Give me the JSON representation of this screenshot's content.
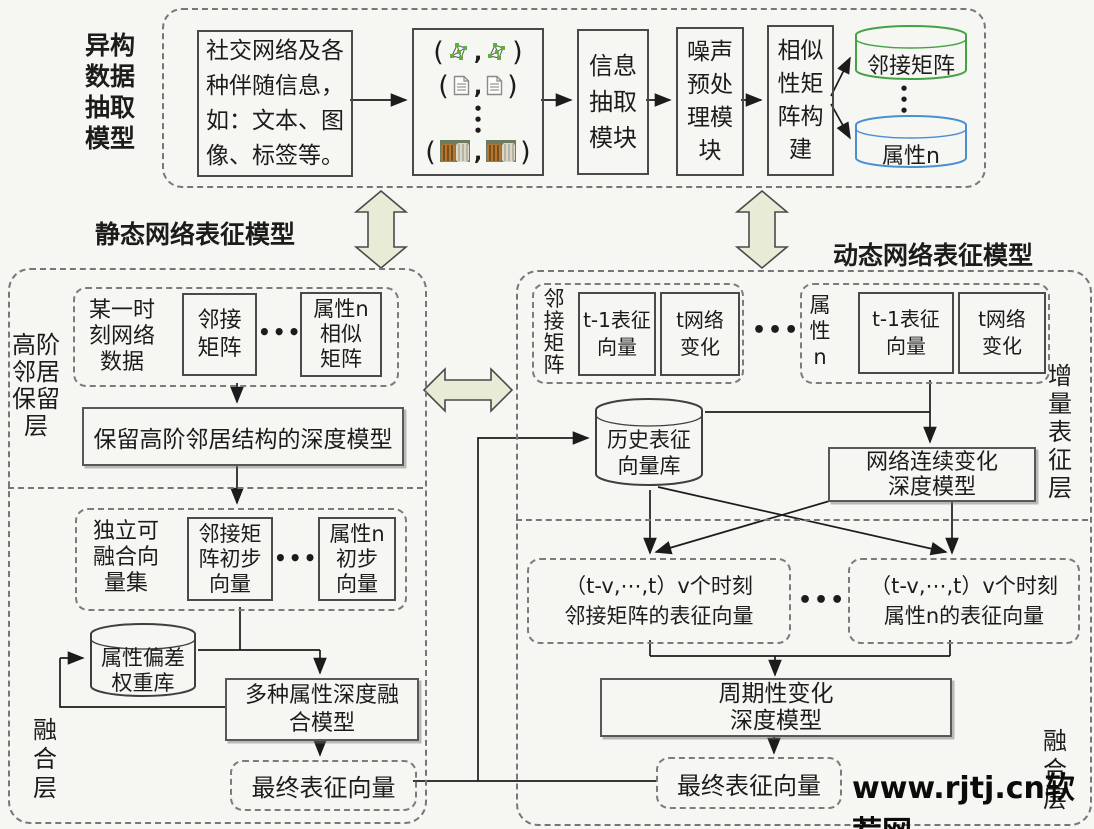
{
  "colors": {
    "background": "#f6f6f3",
    "line": "#1c1c1c",
    "dashed_border": "#777777",
    "big_arrow_fill": "#e8ecd6",
    "big_arrow_stroke": "#4a4a4a",
    "adjacency_cylinder_green": "#44a244",
    "attribute_cylinder_blue": "#4a8fd3",
    "graph_node_green": "#5fae3e"
  },
  "watermark": "www.rjtj.cn软荐网",
  "top": {
    "section_label_lines": [
      "异构",
      "数据",
      "抽取",
      "模型"
    ],
    "source_box_lines": [
      "社交网络及各",
      "种伴随信息，",
      "如：文本、图",
      "像、标签等。"
    ],
    "pair_open": "(",
    "pair_comma": ",",
    "pair_close": ")",
    "pair_icons": [
      "network-graph-icon",
      "document-icon",
      "tiger-photo-icon"
    ],
    "vdots": [
      "•",
      "•",
      "•"
    ],
    "module_info_lines": [
      "信息",
      "抽取",
      "模块"
    ],
    "module_noise_lines": [
      "噪声",
      "预处",
      "理模",
      "块"
    ],
    "module_similarity_lines": [
      "相似",
      "性矩",
      "阵构",
      "建"
    ],
    "adjacency_cylinder": "邻接矩阵",
    "attribute_cylinder": "属性n"
  },
  "static_model": {
    "title": "静态网络表征模型",
    "highorder_layer_label_lines": [
      "高阶",
      "邻居",
      "保留",
      "层"
    ],
    "group1": {
      "caption_lines": [
        "某一时",
        "刻网络",
        "数据"
      ],
      "box1_lines": [
        "邻接",
        "矩阵"
      ],
      "dots": "•••",
      "box2_lines": [
        "属性n",
        "相似",
        "矩阵"
      ]
    },
    "deep_model": "保留高阶邻居结构的深度模型",
    "group2": {
      "caption_lines": [
        "独立可",
        "融合向",
        "量集"
      ],
      "box1_lines": [
        "邻接矩",
        "阵初步",
        "向量"
      ],
      "dots": "•••",
      "box2_lines": [
        "属性n",
        "初步",
        "向量"
      ]
    },
    "weight_db_lines": [
      "属性偏差",
      "权重库"
    ],
    "fusion_model_lines": [
      "多种属性深度融",
      "合模型"
    ],
    "final_vector": "最终表征向量",
    "fusion_layer_label_lines": [
      "融",
      "合",
      "层"
    ]
  },
  "dynamic_model": {
    "title": "动态网络表征模型",
    "incremental_layer_label_lines": [
      "增",
      "量",
      "表",
      "征",
      "层"
    ],
    "groupA": {
      "caption_lines": [
        "邻",
        "接",
        "矩",
        "阵"
      ],
      "box1_lines": [
        "t-1表征",
        "向量"
      ],
      "box2_lines": [
        "t网络",
        "变化"
      ]
    },
    "groups_dots": "•••",
    "groupB": {
      "caption_lines": [
        "属",
        "性",
        "n"
      ],
      "box1_lines": [
        "t-1表征",
        "向量"
      ],
      "box2_lines": [
        "t网络",
        "变化"
      ]
    },
    "history_db_lines": [
      "历史表征",
      "向量库"
    ],
    "continuous_model_lines": [
      "网络连续变化",
      "深度模型"
    ],
    "repr_adjacency_lines": [
      "（t-v,⋯,t）v个时刻",
      "邻接矩阵的表征向量"
    ],
    "repr_dots": "•••",
    "repr_attribute_lines": [
      "（t-v,⋯,t）v个时刻",
      "属性n的表征向量"
    ],
    "periodic_model_lines": [
      "周期性变化",
      "深度模型"
    ],
    "final_vector": "最终表征向量",
    "fusion_layer_label_lines": [
      "融",
      "合",
      "层"
    ]
  }
}
